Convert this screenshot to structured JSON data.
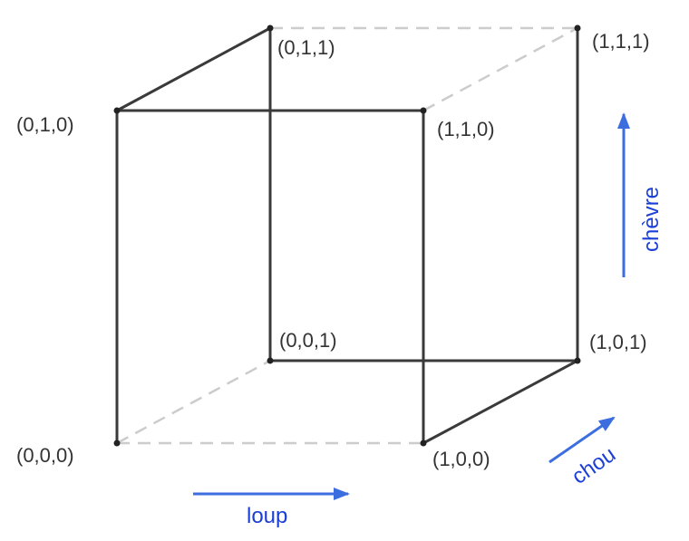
{
  "vertices": {
    "v000": "(0,0,0)",
    "v100": "(1,0,0)",
    "v010": "(0,1,0)",
    "v110": "(1,1,0)",
    "v001": "(0,0,1)",
    "v101": "(1,0,1)",
    "v011": "(0,1,1)",
    "v111": "(1,1,1)"
  },
  "axes": {
    "x": "loup",
    "y": "chèvre",
    "z": "chou"
  },
  "colors": {
    "edge": "#3a3a3a",
    "hidden_edge": "#cccccc",
    "arrow": "#3c6ee0",
    "axis_text": "#1a3fd6"
  }
}
